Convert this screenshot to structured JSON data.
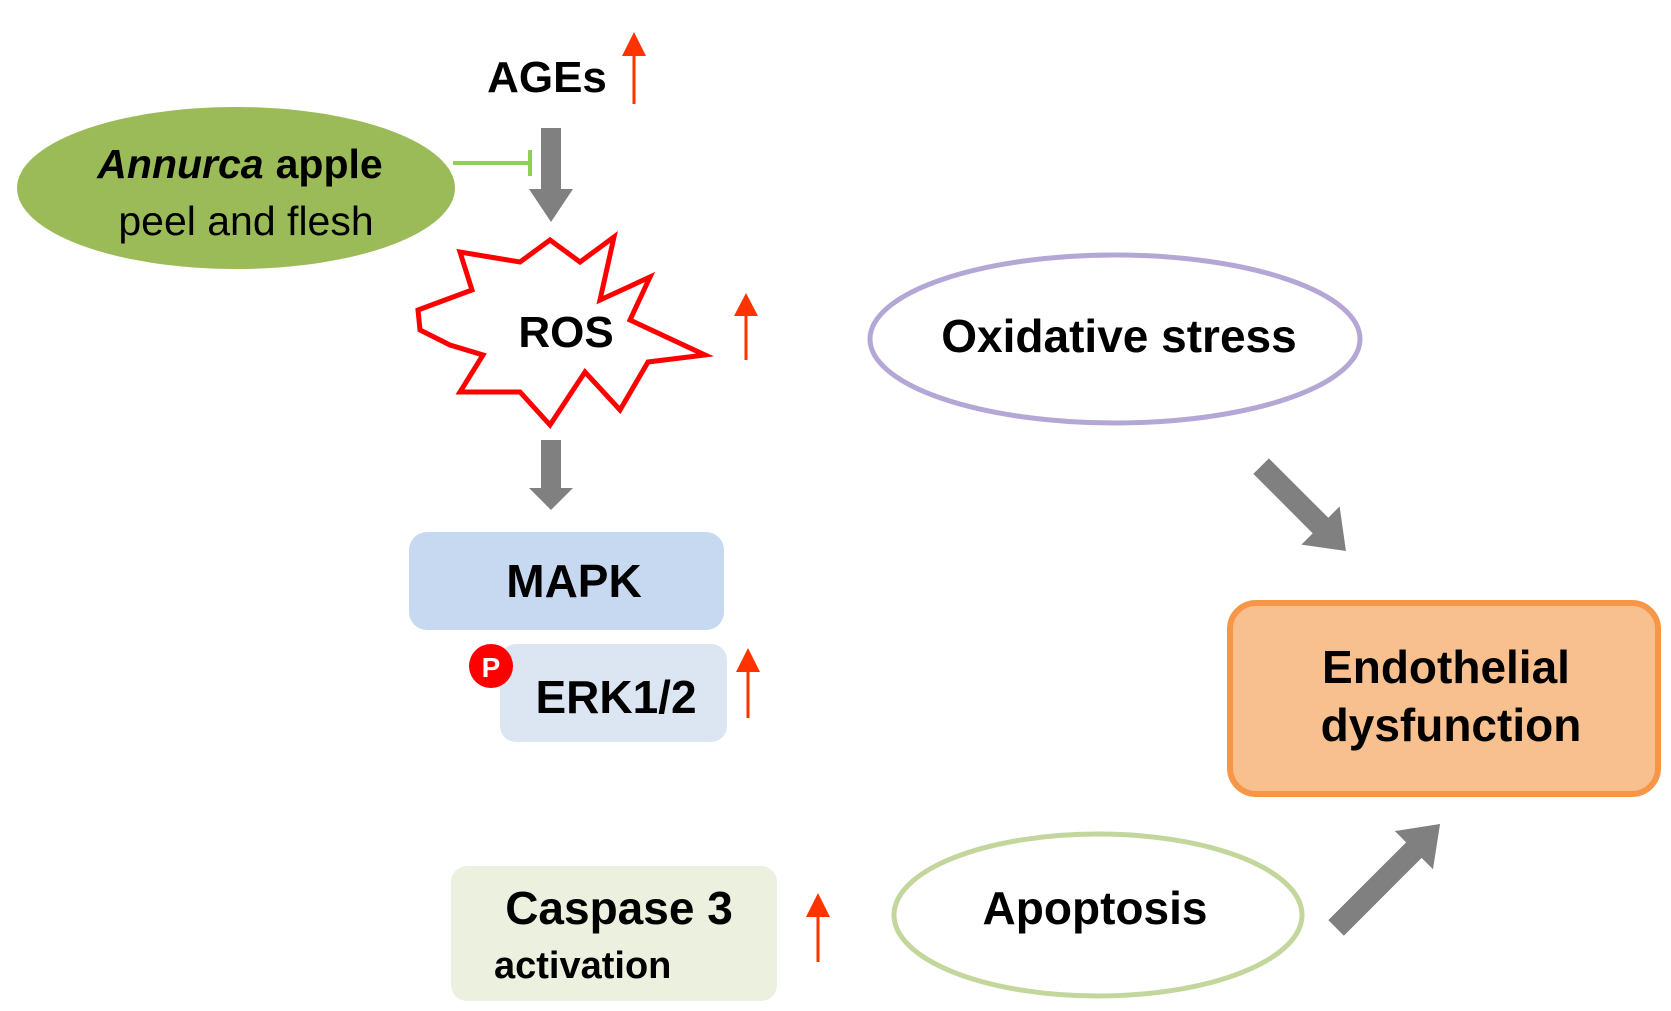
{
  "nodes": {
    "ages": {
      "label": "AGEs"
    },
    "apple": {
      "label_italic": "Annurca",
      "label_bold": "apple",
      "label_line2": "peel and flesh"
    },
    "ros": {
      "label": "ROS"
    },
    "oxidative_stress": {
      "label": "Oxidative stress"
    },
    "mapk": {
      "label": "MAPK"
    },
    "erk": {
      "label": "ERK1/2",
      "phospho_badge": "P"
    },
    "endothelial": {
      "line1": "Endothelial",
      "line2": "dysfunction"
    },
    "caspase": {
      "line1": "Caspase 3",
      "line2": "activation"
    },
    "apoptosis": {
      "label": "Apoptosis"
    }
  },
  "colors": {
    "apple_fill": "#9bbb59",
    "inhibition_line": "#92d050",
    "ros_star_stroke": "#ff0000",
    "up_arrow": "#ff3300",
    "flow_arrow": "#808080",
    "oxidative_ellipse_stroke": "#b4a7d6",
    "mapk_fill": "#c6d9f1",
    "erk_fill": "#dce6f2",
    "phospho_badge": "#ff0000",
    "endothelial_fill": "#f9c08f",
    "endothelial_stroke": "#f79646",
    "caspase_fill": "#ebf1de",
    "apoptosis_ellipse_stroke": "#c3d69b"
  },
  "icons": [
    "up-arrow-icon",
    "down-arrow-icon",
    "diagonal-arrow-icon",
    "inhibition-icon",
    "phospho-badge-icon",
    "burst-star-icon"
  ]
}
